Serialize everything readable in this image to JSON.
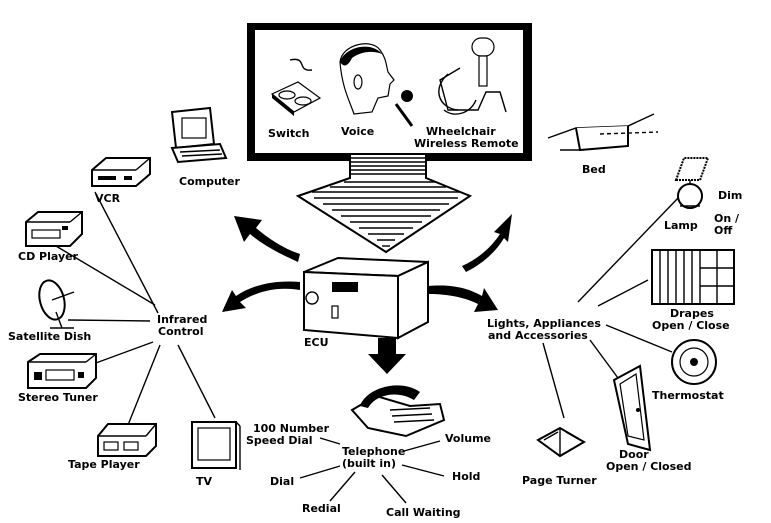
{
  "input_panel": {
    "switch": "Switch",
    "voice": "Voice",
    "wheelchair_1": "Wheelchair",
    "wheelchair_2": "Wireless Remote"
  },
  "center": {
    "ecu": "ECU"
  },
  "infrared": {
    "hub_1": "Infrared",
    "hub_2": "Control",
    "computer": "Computer",
    "vcr": "VCR",
    "cd_player": "CD Player",
    "satellite_dish": "Satellite Dish",
    "stereo_tuner": "Stereo Tuner",
    "tape_player": "Tape Player",
    "tv": "TV"
  },
  "lights": {
    "hub_1": "Lights, Appliances",
    "hub_2": "and Accessories",
    "bed": "Bed",
    "lamp": "Lamp",
    "dim": "Dim",
    "on_off_1": "On /",
    "on_off_2": "Off",
    "drapes_1": "Drapes",
    "drapes_2": "Open / Close",
    "thermostat": "Thermostat",
    "door_1": "Door",
    "door_2": "Open / Closed",
    "page_turner": "Page Turner"
  },
  "telephone": {
    "hub_1": "Telephone",
    "hub_2": "(built in)",
    "speed_dial_1": "100 Number",
    "speed_dial_2": "Speed Dial",
    "volume": "Volume",
    "hold": "Hold",
    "dial": "Dial",
    "redial": "Redial",
    "call_waiting": "Call Waiting"
  }
}
